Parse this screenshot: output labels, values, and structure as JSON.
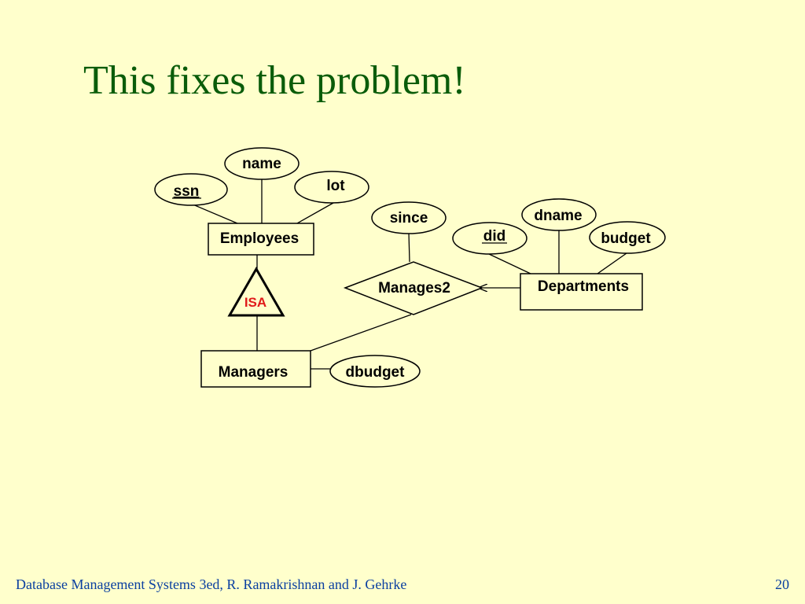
{
  "slide": {
    "title": "This fixes the problem!",
    "footer": "Database Management Systems 3ed,  R. Ramakrishnan and J. Gehrke",
    "page_number": "20"
  },
  "diagram": {
    "entities": {
      "employees": "Employees",
      "departments": "Departments",
      "managers": "Managers"
    },
    "relationship": "Manages2",
    "isa": "ISA",
    "attributes": {
      "ssn": "ssn",
      "name": "name",
      "lot": "lot",
      "since": "since",
      "did": "did",
      "dname": "dname",
      "budget": "budget",
      "dbudget": "dbudget"
    },
    "colors": {
      "background": "#ffffcc",
      "title": "#0a5c0a",
      "footer": "#0a3fa0",
      "isa_text": "#e01a1a"
    }
  }
}
